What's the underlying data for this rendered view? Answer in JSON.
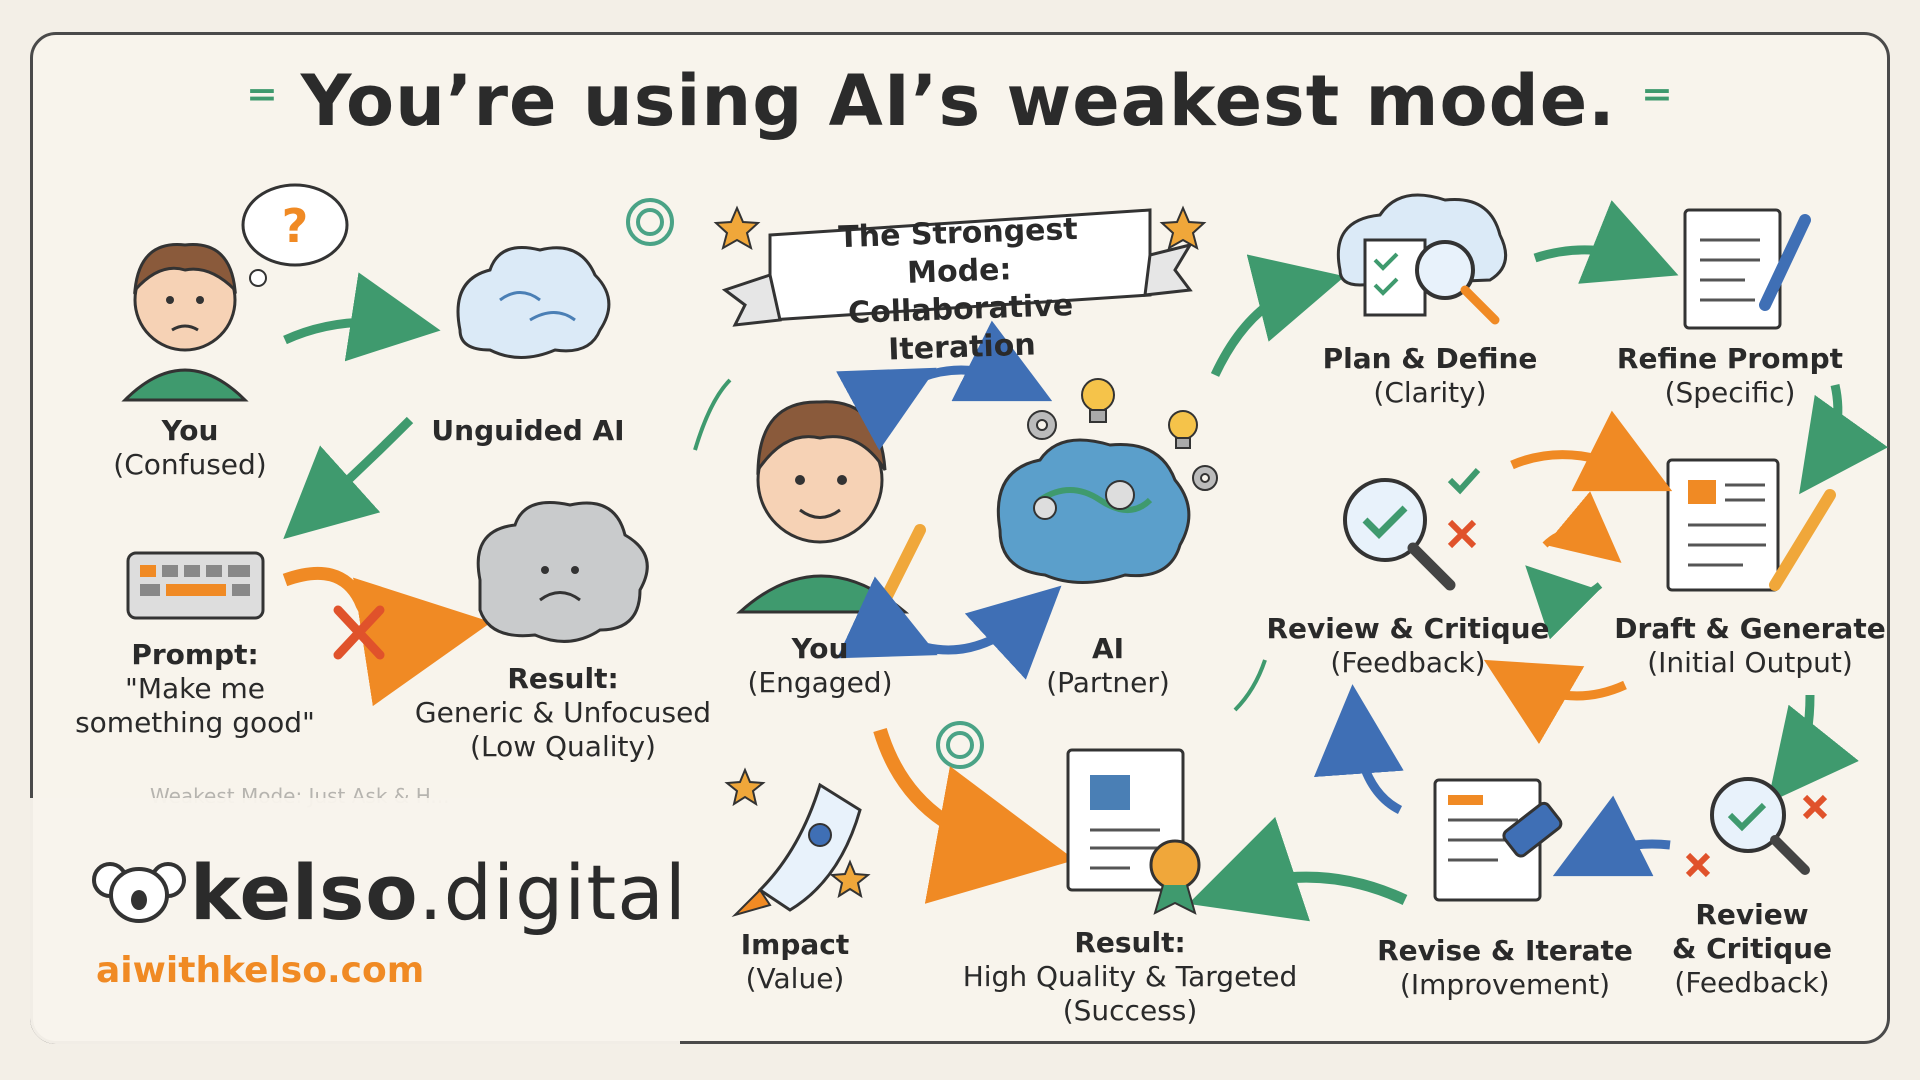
{
  "title": "You’re using AI’s weakest mode.",
  "banner": {
    "line1": "The Strongest Mode:",
    "line2": "Collaborative Iteration"
  },
  "weak_flow": {
    "you": {
      "main": "You",
      "sub": "(Confused)"
    },
    "unguided": {
      "main": "Unguided AI"
    },
    "prompt": {
      "main": "Prompt:",
      "line1": "\"Make me",
      "line2": "something good\""
    },
    "result": {
      "main": "Result:",
      "line1": "Generic & Unfocused",
      "line2": "(Low Quality)"
    },
    "partial_caption": "Weakest Mode: Just Ask & H..."
  },
  "strong_flow": {
    "you": {
      "main": "You",
      "sub": "(Engaged)"
    },
    "ai": {
      "main": "AI",
      "sub": "(Partner)"
    },
    "plan": {
      "main": "Plan & Define",
      "sub": "(Clarity)"
    },
    "refine": {
      "main": "Refine Prompt",
      "sub": "(Specific)"
    },
    "draft": {
      "main": "Draft & Generate",
      "sub": "(Initial Output)"
    },
    "review_mid": {
      "main": "Review & Critique",
      "sub": "(Feedback)"
    },
    "review_low": {
      "main": "Review",
      "line2": "& Critique",
      "sub": "(Feedback)"
    },
    "revise": {
      "main": "Revise & Iterate",
      "sub": "(Improvement)"
    },
    "result": {
      "main": "Result:",
      "line1": "High Quality & Targeted",
      "line2": "(Success)"
    },
    "impact": {
      "main": "Impact",
      "sub": "(Value)"
    }
  },
  "brand": {
    "name_bold": "kelso",
    "name_light": ".digital",
    "url": "aiwithkelso.com"
  },
  "colors": {
    "green": "#3f9a6e",
    "orange": "#f08a24",
    "blue": "#3f6fb5",
    "ink": "#2b2b2b",
    "paper": "#f8f4ec"
  }
}
